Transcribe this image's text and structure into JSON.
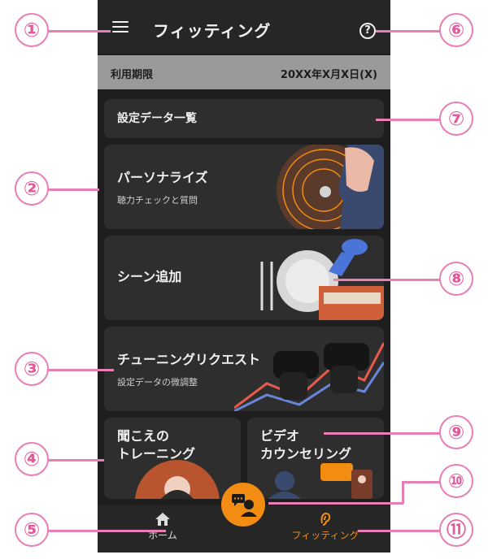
{
  "app": {
    "title": "フィッティング",
    "help_icon": "question-circle-icon",
    "menu_icon": "hamburger-menu-icon"
  },
  "expiry": {
    "label": "利用期限",
    "date": "20XX年X月X日(X)"
  },
  "cards": {
    "settings_list": {
      "title": "設定データ一覧"
    },
    "personalize": {
      "title": "パーソナライズ",
      "subtitle": "聴力チェックと質問"
    },
    "add_scene": {
      "title": "シーン追加"
    },
    "tuning": {
      "title": "チューニングリクエスト",
      "subtitle": "設定データの微調整"
    },
    "training": {
      "title_line1": "聞こえの",
      "title_line2": "トレーニング"
    },
    "counseling": {
      "title_line1": "ビデオ",
      "title_line2": "カウンセリング"
    }
  },
  "nav": {
    "home_label": "ホーム",
    "fitting_label": "フィッティング",
    "accent_color": "#f28c13"
  },
  "callouts": [
    "①",
    "②",
    "③",
    "④",
    "⑤",
    "⑥",
    "⑦",
    "⑧",
    "⑨",
    "⑩",
    "⑪"
  ]
}
